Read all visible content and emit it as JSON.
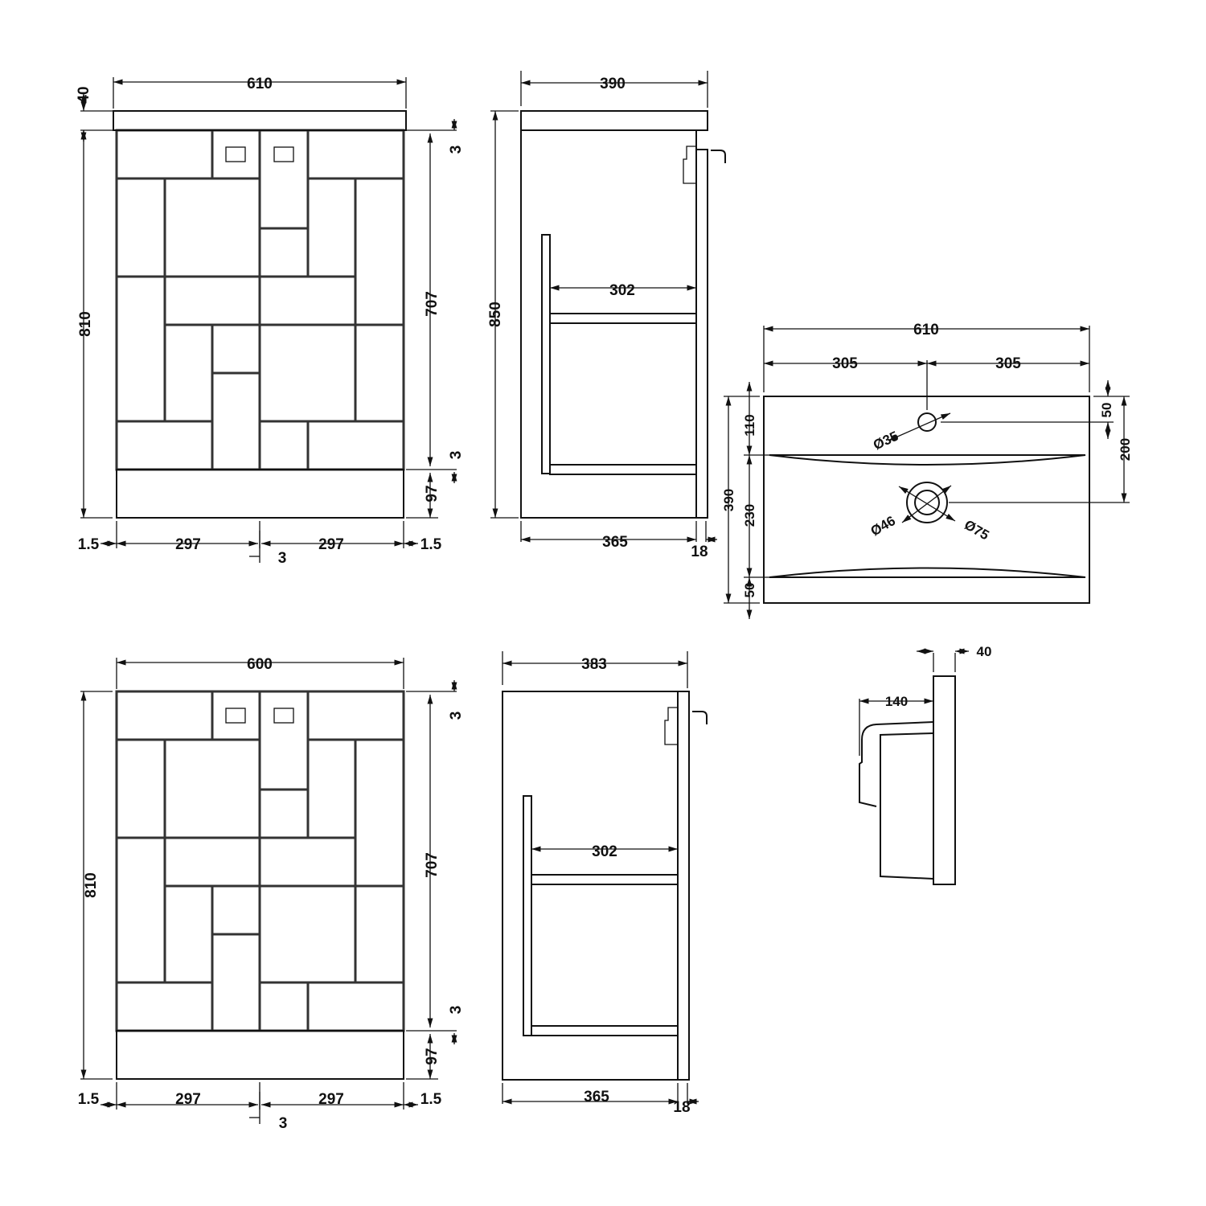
{
  "front_vanity_floor": {
    "counter_thickness": "40",
    "basin_width": "610",
    "height": "810",
    "door_height": "707",
    "gap_top": "3",
    "gap_bottom": "3",
    "plinth": "97",
    "side_gap_left": "1.5",
    "door_left": "297",
    "door_right": "297",
    "side_gap_right": "1.5",
    "center_gap": "3"
  },
  "side_vanity_floor": {
    "basin_depth": "390",
    "total_height": "850",
    "shelf_depth": "302",
    "carcass_depth": "365",
    "door_thickness": "18"
  },
  "basin_plan": {
    "width": "610",
    "half_left": "305",
    "half_right": "305",
    "depth": "390",
    "tap_offset": "110",
    "bowl_depth": "230",
    "front_rim": "50",
    "tap_back": "50",
    "waste_back": "200",
    "tap_hole": "Ø35",
    "waste_inner": "Ø46",
    "waste_outer": "Ø75"
  },
  "front_unit": {
    "width": "600",
    "height": "810",
    "door_height": "707",
    "gap_top": "3",
    "gap_bottom": "3",
    "plinth": "97",
    "side_gap_left": "1.5",
    "door_left": "297",
    "door_right": "297",
    "side_gap_right": "1.5",
    "center_gap": "3"
  },
  "side_unit": {
    "depth": "383",
    "shelf_depth": "302",
    "carcass_depth": "365",
    "door_thickness": "18"
  },
  "basin_profile": {
    "rim_thickness": "40",
    "projection": "140"
  }
}
